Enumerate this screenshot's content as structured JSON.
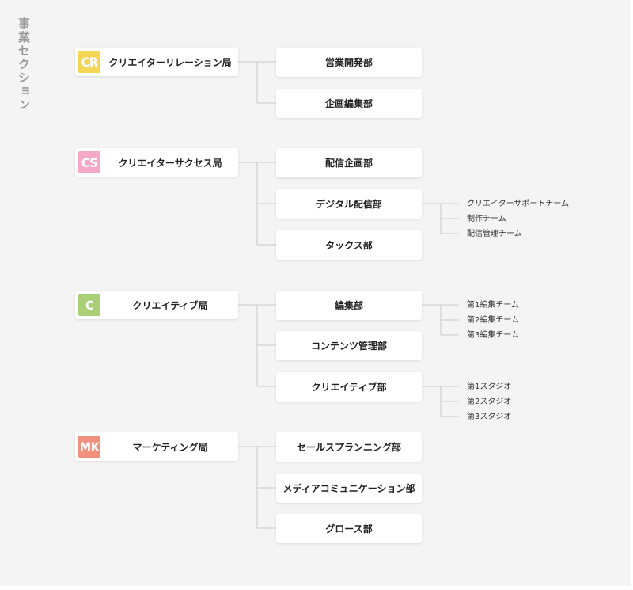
{
  "title": "事業セクション",
  "colors": {
    "CR": "#f6d657",
    "CS": "#f5a8c7",
    "C": "#a9d076",
    "MK": "#f0907d",
    "line": "#c9c9c9"
  },
  "bureaus": [
    {
      "badge": "CR",
      "label": "クリエイターリレーション局",
      "departments": [
        {
          "label": "営業開発部"
        },
        {
          "label": "企画編集部"
        }
      ]
    },
    {
      "badge": "CS",
      "label": "クリエイターサクセス局",
      "departments": [
        {
          "label": "配信企画部"
        },
        {
          "label": "デジタル配信部",
          "teams": [
            "クリエイターサポートチーム",
            "制作チーム",
            "配信管理チーム"
          ]
        },
        {
          "label": "タックス部"
        }
      ]
    },
    {
      "badge": "C",
      "label": "クリエイティブ局",
      "departments": [
        {
          "label": "編集部",
          "teams": [
            "第1編集チーム",
            "第2編集チーム",
            "第3編集チーム"
          ]
        },
        {
          "label": "コンテンツ管理部"
        },
        {
          "label": "クリエイティブ部",
          "teams": [
            "第1スタジオ",
            "第2スタジオ",
            "第3スタジオ"
          ]
        }
      ]
    },
    {
      "badge": "MK",
      "label": "マーケティング局",
      "departments": [
        {
          "label": "セールスプランニング部"
        },
        {
          "label": "メディアコミュニケーション部"
        },
        {
          "label": "グロース部"
        }
      ]
    }
  ]
}
